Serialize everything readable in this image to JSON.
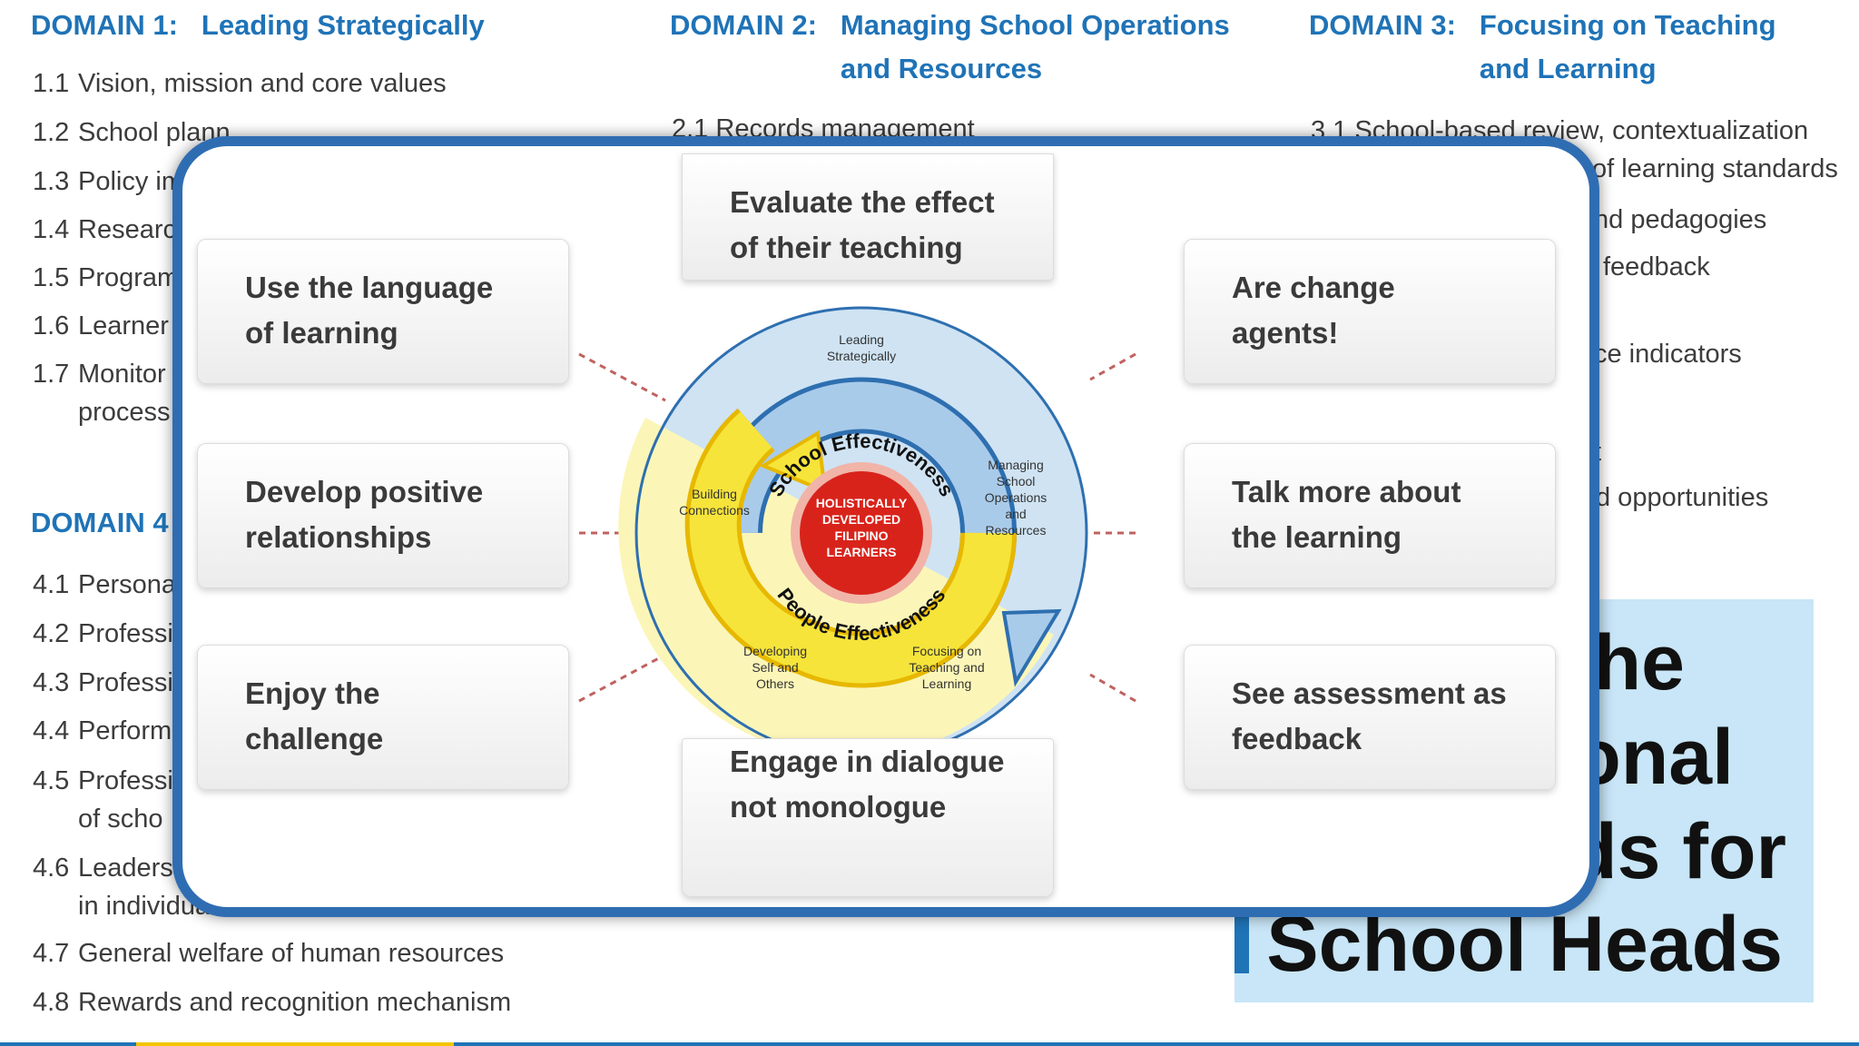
{
  "background": {
    "domain1": {
      "label": "DOMAIN 1:",
      "title": "Leading Strategically",
      "items": [
        {
          "num": "1.1",
          "text": "Vision, mission and core values"
        },
        {
          "num": "1.2",
          "text": "School plann"
        },
        {
          "num": "1.3",
          "text": "Policy im"
        },
        {
          "num": "1.4",
          "text": "Researc"
        },
        {
          "num": "1.5",
          "text": "Program"
        },
        {
          "num": "1.6",
          "text": "Learner"
        },
        {
          "num": "1.7",
          "text": "Monitor",
          "text2": "process"
        }
      ]
    },
    "domain2": {
      "label": "DOMAIN 2:",
      "title_line1": "Managing School Operations",
      "title_line2": "and Resources",
      "partial_item": "2.1  Records management"
    },
    "domain3": {
      "label": "DOMAIN 3:",
      "title_line1": "Focusing on Teaching",
      "title_line2": "and Learning",
      "partial_items": [
        "3.1  School-based review, contextualization",
        "of learning standards",
        "nd pedagogies",
        "feedback",
        "ce indicators",
        "t",
        "d opportunities"
      ]
    },
    "domain4": {
      "label": "DOMAIN 4",
      "items": [
        {
          "num": "4.1",
          "text": "Persona"
        },
        {
          "num": "4.2",
          "text": "Professi"
        },
        {
          "num": "4.3",
          "text": "Professi"
        },
        {
          "num": "4.4",
          "text": "Perform"
        },
        {
          "num": "4.5",
          "text": "Professi",
          "text2": "of scho"
        },
        {
          "num": "4.6",
          "text": "Leadersh",
          "text2": "in individuals and teams"
        },
        {
          "num": "4.7",
          "text": "General welfare of human resources"
        },
        {
          "num": "4.8",
          "text": "Rewards and recognition mechanism"
        }
      ]
    },
    "standards_box": {
      "line1": "he",
      "line2": "onal",
      "line3": "ds for",
      "line4": "School Heads"
    }
  },
  "popup": {
    "cards": {
      "top": "Evaluate the effect of their teaching",
      "left1": "Use the language of learning",
      "left2": "Develop positive relationships",
      "left3": "Enjoy the challenge",
      "right1": "Are change agents!",
      "right2": "Talk more about the learning",
      "right3": "See assessment as feedback",
      "bottom": "Engage in dialogue not monologue"
    },
    "wheel": {
      "center_lines": [
        "HOLISTICALLY",
        "DEVELOPED",
        "FILIPINO",
        "LEARNERS"
      ],
      "school_effectiveness": "School Effectiveness",
      "people_effectiveness": "People Effectiveness",
      "leading_strategically": [
        "Leading",
        "Strategically"
      ],
      "managing": [
        "Managing",
        "School",
        "Operations",
        "and",
        "Resources"
      ],
      "building": [
        "Building",
        "Connections"
      ],
      "developing": [
        "Developing",
        "Self and",
        "Others"
      ],
      "focusing": [
        "Focusing on",
        "Teaching and",
        "Learning"
      ]
    },
    "colors": {
      "frame": "#2f6db3",
      "outer_blue": "#cfe3f3",
      "outer_yellow": "#fbf6b8",
      "ring_blue": "#2e6fb0",
      "arrow_yellow": "#f6e43a",
      "core_red": "#d8231b",
      "connector": "#c0625f"
    }
  }
}
